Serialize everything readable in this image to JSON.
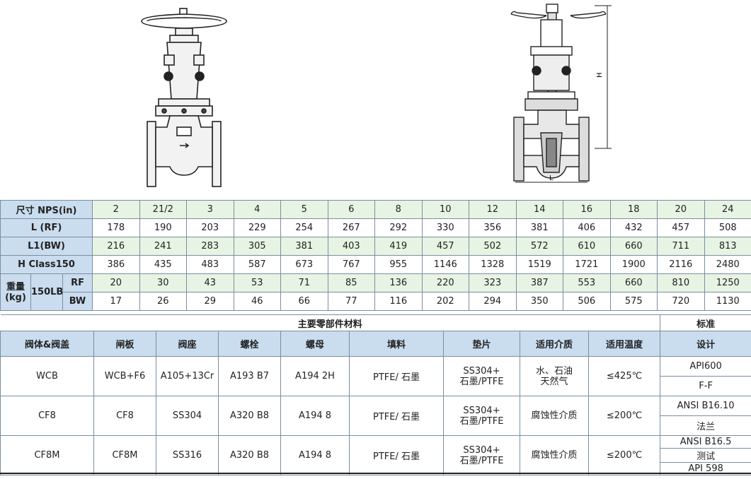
{
  "dims": {
    "nps_label": "尺寸 NPS(in)",
    "nps": [
      "2",
      "21/2",
      "3",
      "4",
      "5",
      "6",
      "8",
      "10",
      "12",
      "14",
      "16",
      "18",
      "20",
      "24"
    ],
    "l_rf_label": "L (RF)",
    "l_rf": [
      "178",
      "190",
      "203",
      "229",
      "254",
      "267",
      "292",
      "330",
      "356",
      "381",
      "406",
      "432",
      "457",
      "508"
    ],
    "l1_bw_label": "L1(BW)",
    "l1_bw": [
      "216",
      "241",
      "283",
      "305",
      "381",
      "403",
      "419",
      "457",
      "502",
      "572",
      "610",
      "660",
      "711",
      "813"
    ],
    "h_label": "H Class150",
    "h": [
      "386",
      "435",
      "483",
      "587",
      "673",
      "767",
      "955",
      "1146",
      "1328",
      "1519",
      "1721",
      "1900",
      "2116",
      "2480"
    ],
    "weight_label": "重量 (kg)",
    "class_label": "150LB",
    "rf_label": "RF",
    "bw_label": "BW",
    "w_rf": [
      "20",
      "30",
      "43",
      "53",
      "71",
      "85",
      "136",
      "220",
      "323",
      "387",
      "553",
      "660",
      "810",
      "1250"
    ],
    "w_bw": [
      "17",
      "26",
      "29",
      "46",
      "66",
      "77",
      "116",
      "202",
      "294",
      "350",
      "506",
      "575",
      "720",
      "1130"
    ]
  },
  "materials": {
    "title": "主要零部件材料",
    "std_title": "标准",
    "headers": [
      "阀体&阀盖",
      "闸板",
      "阀座",
      "螺栓",
      "螺母",
      "填料",
      "垫片",
      "适用介质",
      "适用温度",
      "设计"
    ],
    "rows": [
      {
        "body": "WCB",
        "wedge": "WCB+F6",
        "seat": "A105+13Cr",
        "bolt": "A193 B7",
        "nut": "A194 2H",
        "packing": "PTFE/ 石墨",
        "gasket1": "SS304+",
        "gasket2": "石墨/PTFE",
        "medium1": "水、石油",
        "medium2": "天然气",
        "temp": "≤425℃",
        "std": [
          "API600",
          "F-F"
        ]
      },
      {
        "body": "CF8",
        "wedge": "CF8",
        "seat": "SS304",
        "bolt": "A320 B8",
        "nut": "A194 8",
        "packing": "PTFE/ 石墨",
        "gasket1": "SS304+",
        "gasket2": "石墨/PTFE",
        "medium1": "腐蚀性介质",
        "medium2": "",
        "temp": "≤200℃",
        "std": [
          "ANSI B16.10",
          "法兰"
        ]
      },
      {
        "body": "CF8M",
        "wedge": "CF8M",
        "seat": "SS316",
        "bolt": "A320 B8",
        "nut": "A194 8",
        "packing": "PTFE/ 石墨",
        "gasket1": "SS304+",
        "gasket2": "石墨/PTFE",
        "medium1": "腐蚀性介质",
        "medium2": "",
        "temp": "≤200℃",
        "std": [
          "ANSI B16.5",
          "测试",
          "API 598"
        ]
      }
    ]
  },
  "drawing": {
    "dim_h": "H",
    "dim_l": "L"
  }
}
